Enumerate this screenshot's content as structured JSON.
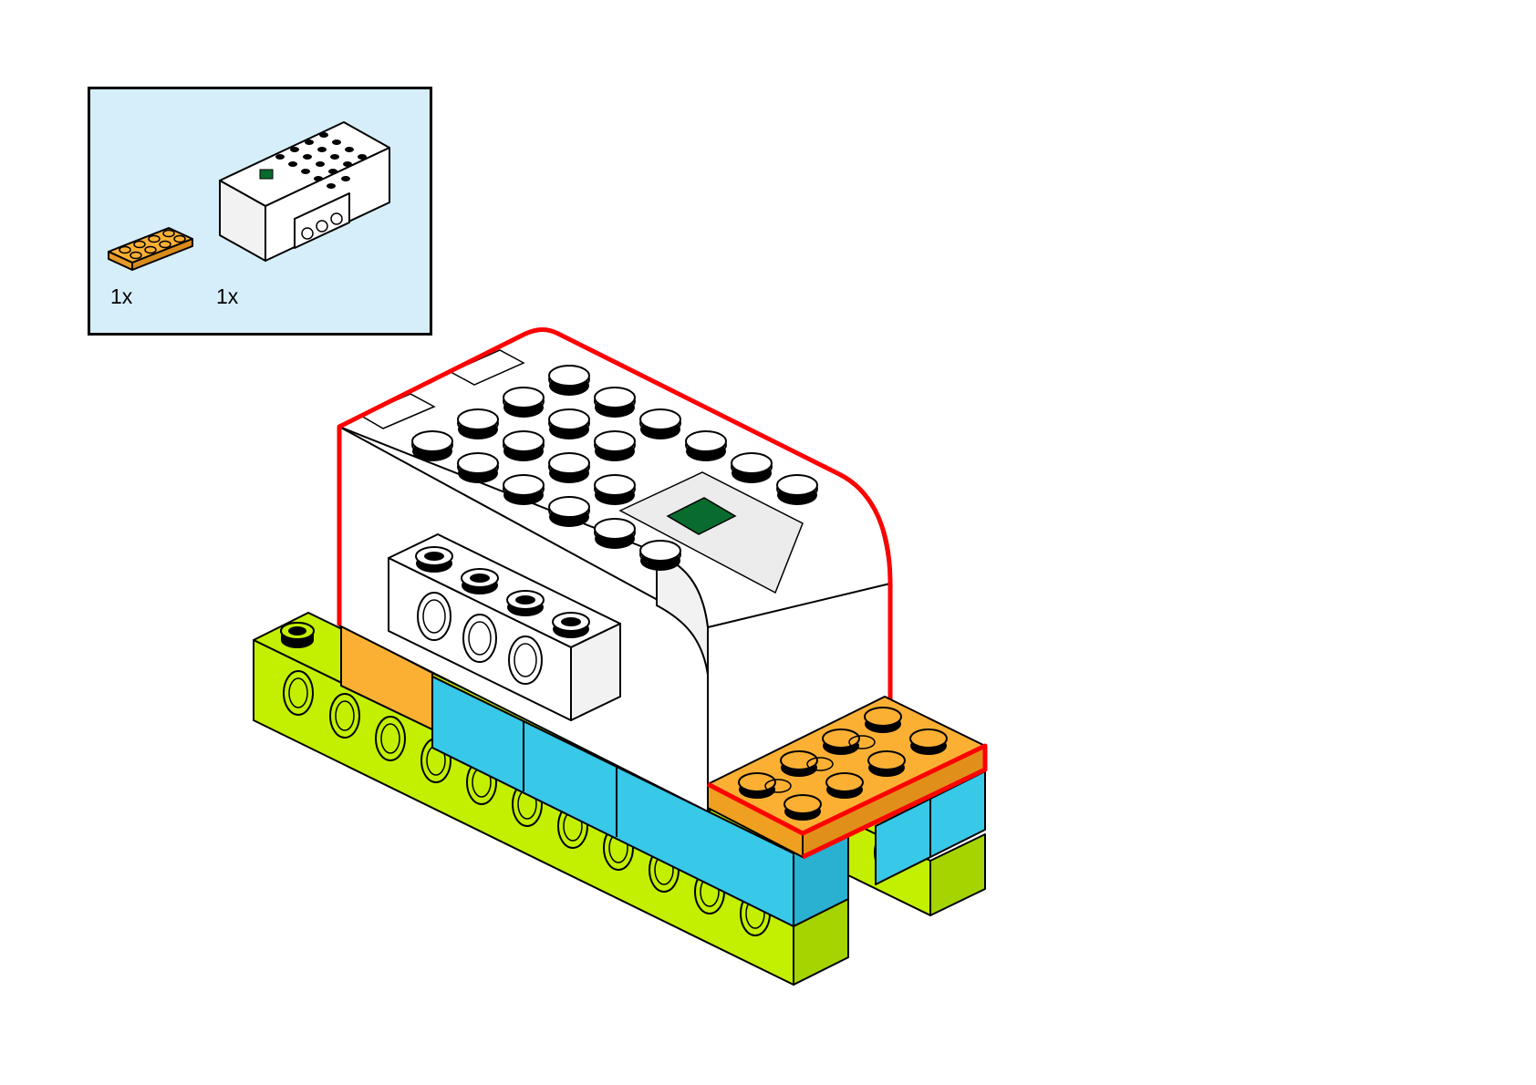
{
  "step": {
    "parts_list": [
      {
        "name": "plate-2x4-orange",
        "quantity": "1x",
        "color": "#fbb034"
      },
      {
        "name": "smarthub",
        "quantity": "1x",
        "color": "#ffffff"
      }
    ]
  },
  "colors": {
    "parts_box_bg": "#d6eefa",
    "lime": "#c3f000",
    "azure": "#38c8e8",
    "orange": "#fbb034",
    "white": "#ffffff",
    "hub_button": "#0a6b2e",
    "highlight": "#ff0000"
  }
}
